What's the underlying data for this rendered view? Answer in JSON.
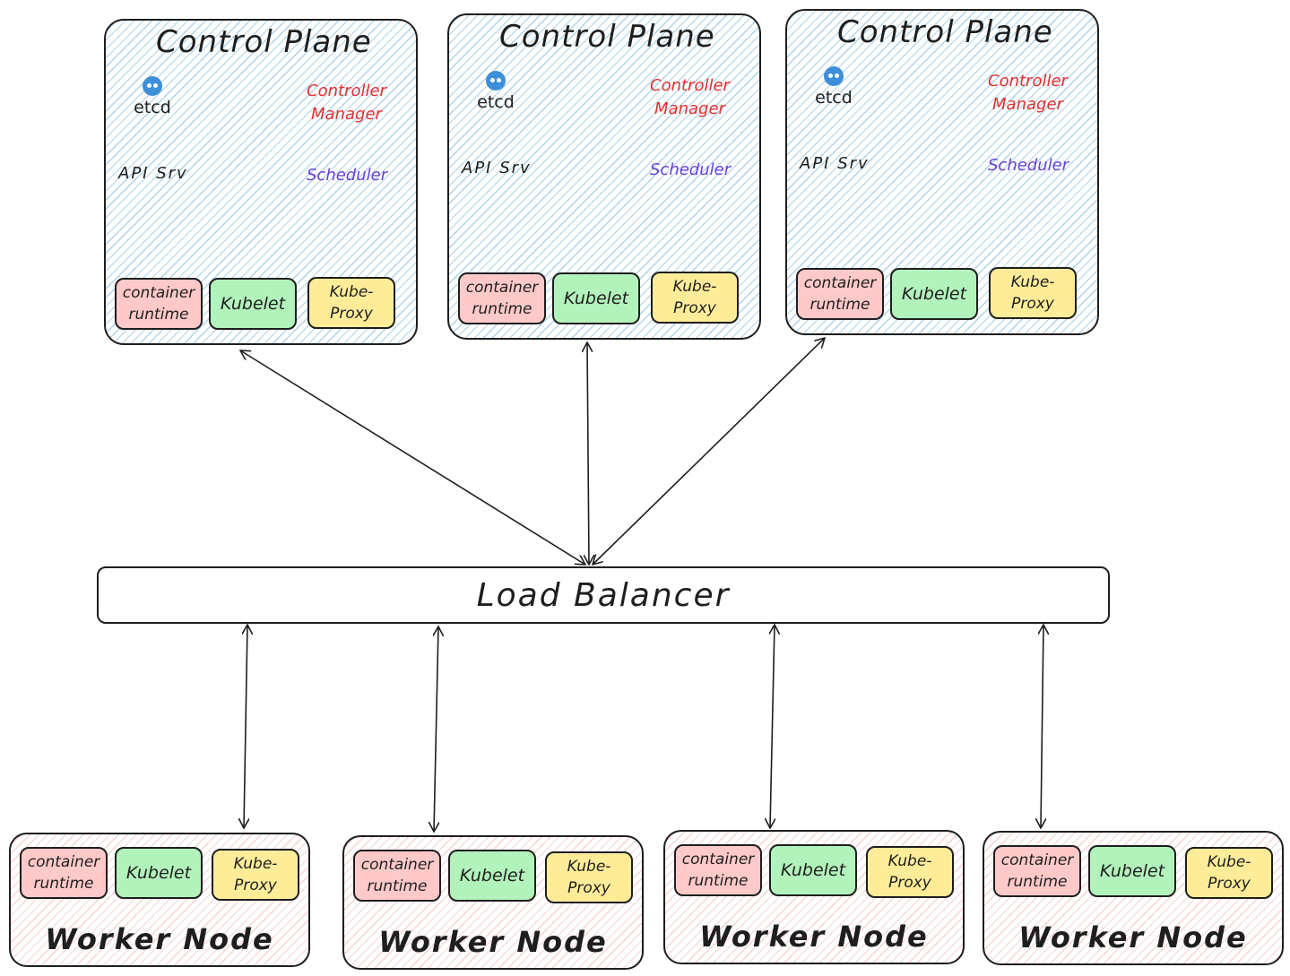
{
  "labels": {
    "control_plane": "Control Plane",
    "etcd": "etcd",
    "controller_manager_line1": "Controller",
    "controller_manager_line2": "Manager",
    "api_server": "API Srv",
    "scheduler": "Scheduler",
    "container_runtime_line1": "container",
    "container_runtime_line2": "runtime",
    "kubelet": "Kubelet",
    "kube_proxy_line1": "Kube-",
    "kube_proxy_line2": "Proxy",
    "load_balancer": "Load Balancer",
    "worker_node": "Worker Node"
  },
  "colors": {
    "control_plane_hatch": "#6eafd7",
    "worker_node_hatch": "#eba0a0",
    "container_runtime": "#ffc9c9",
    "kubelet": "#b2f2bb",
    "kube_proxy": "#ffec99",
    "controller_manager_text": "#e03131",
    "scheduler_text": "#6741d9",
    "etcd_icon": "#3d8fd9",
    "stroke": "#1e1e1e"
  },
  "icons": {
    "etcd": "etcd-logo-icon"
  }
}
